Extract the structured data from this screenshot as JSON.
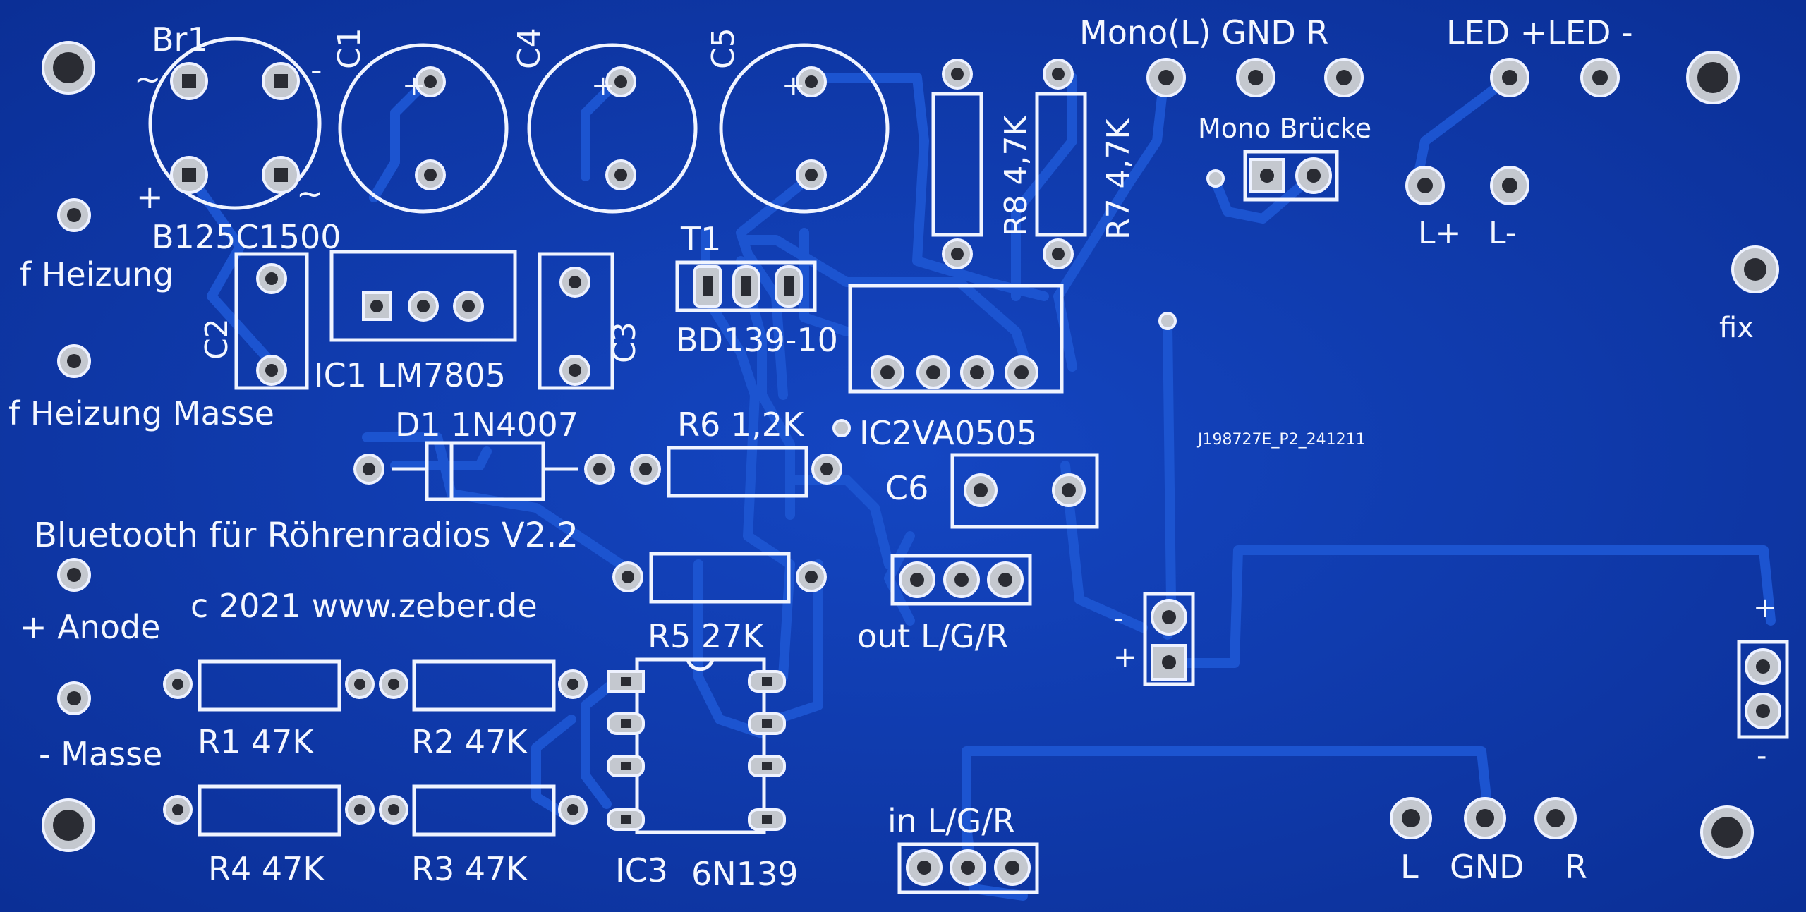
{
  "board": {
    "code": "J198727E_P2_241211",
    "title": "Bluetooth für Röhrenradios V2.2",
    "copyright": "c 2021 www.zeber.de"
  },
  "labels": {
    "br1": "Br1",
    "bridge": "B125C1500",
    "c1": "C1",
    "c4": "C4",
    "c5": "C5",
    "c2": "C2",
    "c3": "C3",
    "c6": "C6",
    "ic1": "IC1 LM7805",
    "t1": "T1",
    "bd139": "BD139-10",
    "ic2": "IC2VA0505",
    "d1": "D1 1N4007",
    "r6": "R6 1,2K",
    "r5": "R5 27K",
    "r1": "R1 47K",
    "r2": "R2 47K",
    "r3": "R3 47K",
    "r4": "R4 47K",
    "r7": "R7 4,7K",
    "r8": "R8 4,7K",
    "ic3": "IC3",
    "ic3_type": "6N139",
    "f_heizung": "f Heizung",
    "f_heizung_masse": "f Heizung Masse",
    "anode": "+ Anode",
    "masse": "- Masse",
    "mono": "Mono(L) GND R",
    "mono_bruecke": "Mono Brücke",
    "led": "LED +LED -",
    "l_plus": "L+",
    "l_minus": "L-",
    "fix": "fix",
    "out_lgr": "out L/G/R",
    "in_lgr": "in L/G/R",
    "l": "L",
    "gnd": "GND",
    "r": "R",
    "plus": "+",
    "minus": "-",
    "tilde1": "~",
    "tilde2": "~",
    "dash": "-",
    "plus_small": "+"
  },
  "colors": {
    "pcb": "#0f3cb0",
    "silkscreen": "#f4f7ff",
    "trace": "#1c54d0",
    "pad": "#c4c8cf"
  }
}
